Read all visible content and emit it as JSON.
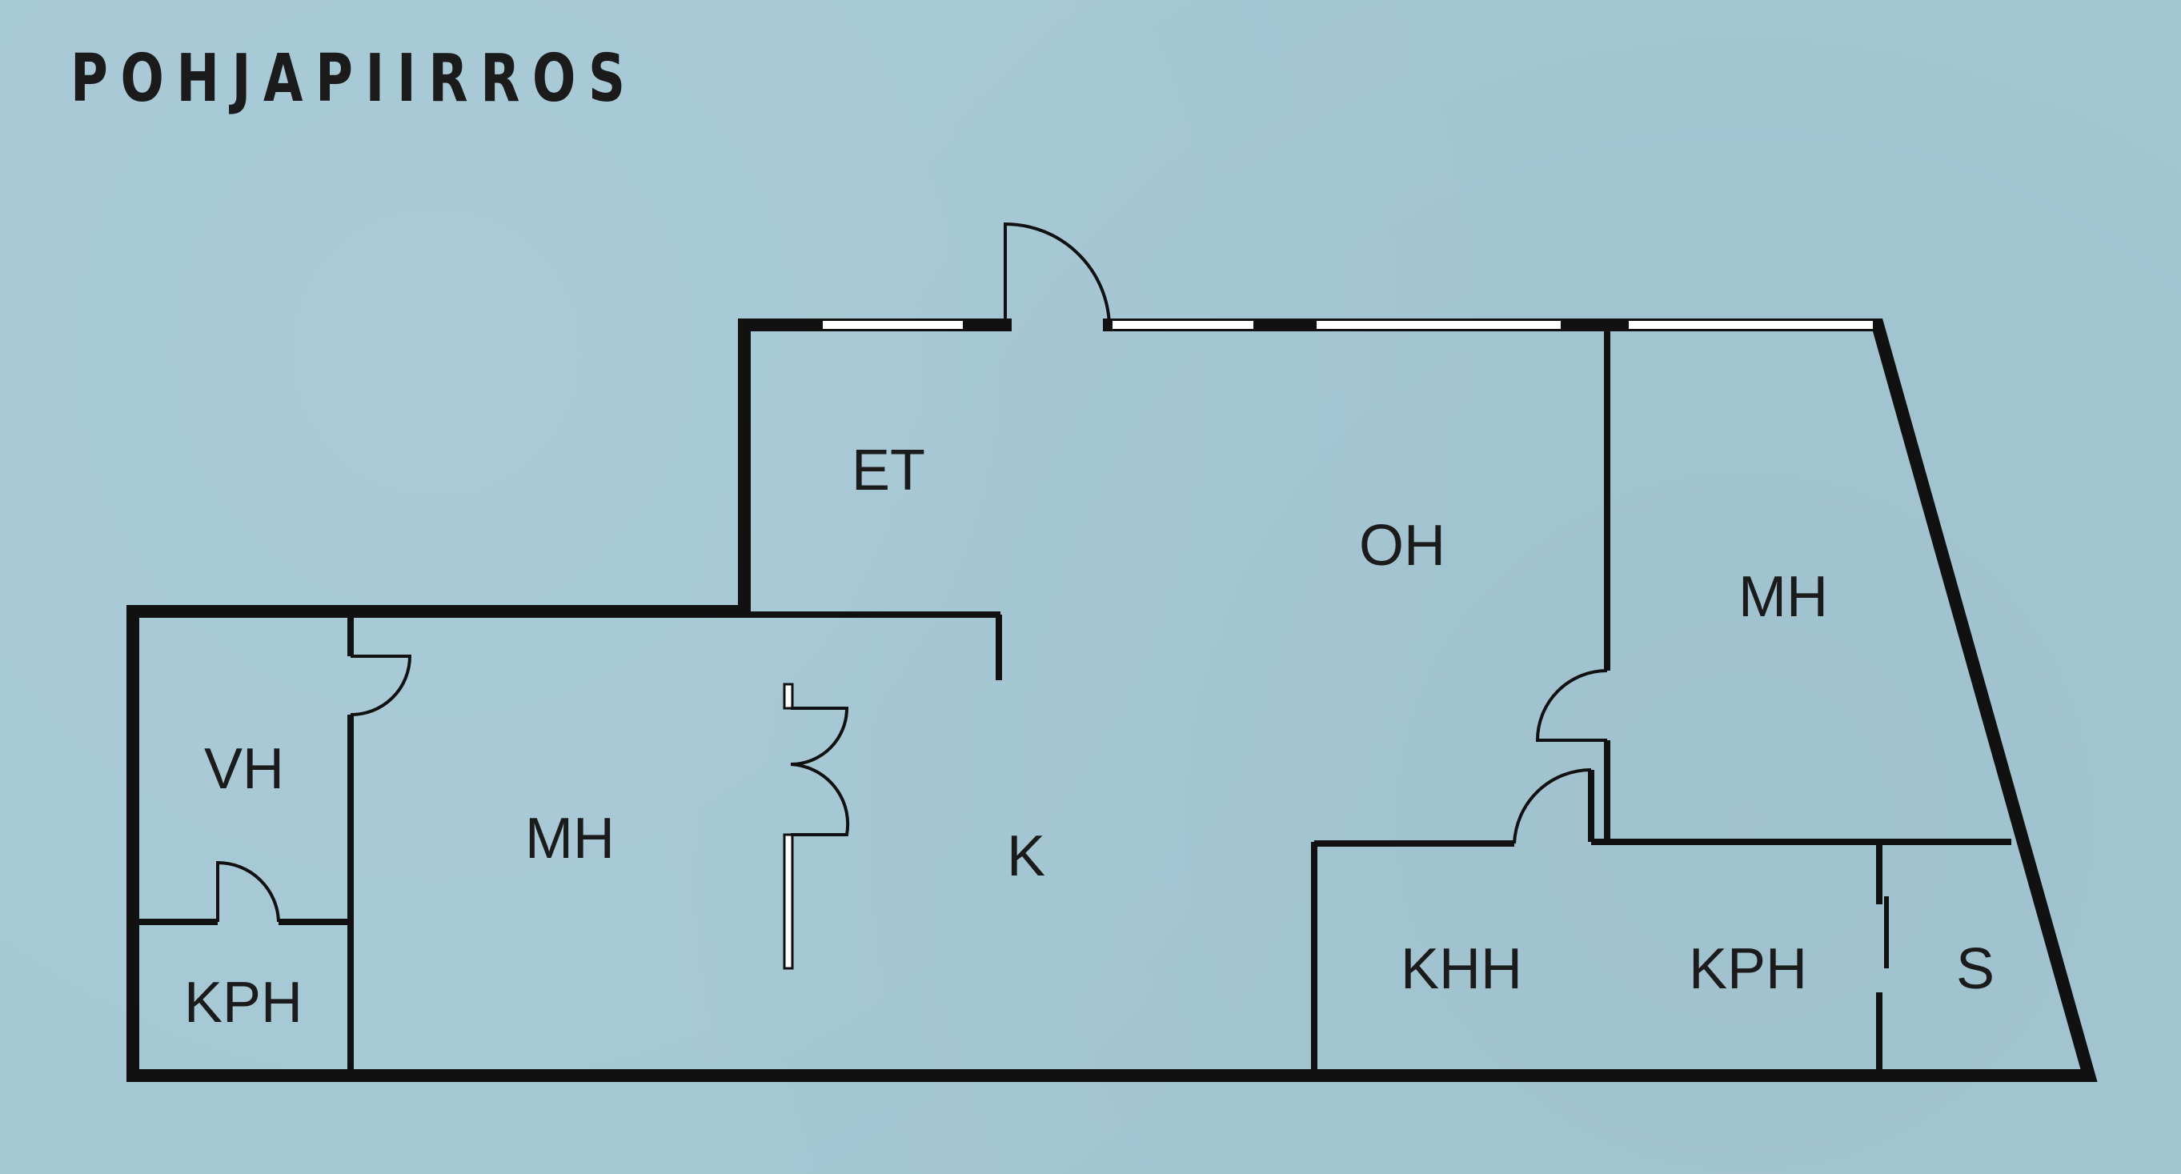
{
  "title": "POHJAPIIRROS",
  "rooms": {
    "et": "ET",
    "oh": "OH",
    "mh_right": "MH",
    "vh": "VH",
    "mh_left": "MH",
    "k": "K",
    "kph_left": "KPH",
    "khh": "KHH",
    "kph_right": "KPH",
    "s": "S"
  },
  "colors": {
    "background": "#a5c7d4",
    "walls": "#111111",
    "windows": "#ffffff"
  }
}
